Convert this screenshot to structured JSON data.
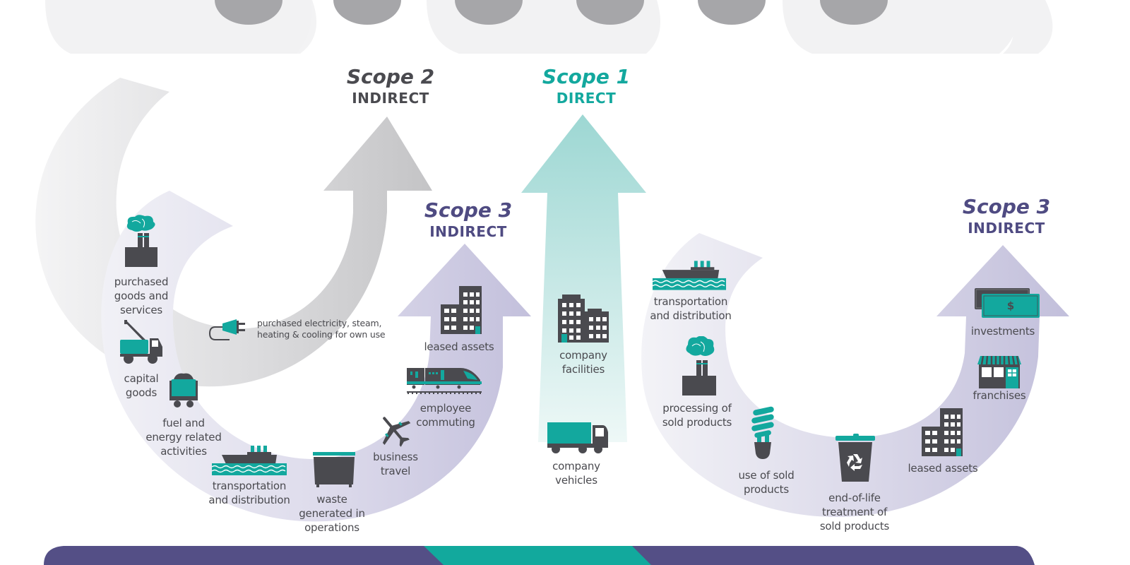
{
  "colors": {
    "teal": "#13a89e",
    "teal_light": "#9fd8d4",
    "dark_gray": "#4a4a4f",
    "scope2_gray": "#c8c8ca",
    "scope3_purple": "#4f4b82",
    "scope3_band": "#cfcde3",
    "cloud_gray": "#f2f2f3",
    "cloud_circle": "#a6a6a9",
    "bottom_purple": "#544f86"
  },
  "scopes": {
    "scope2": {
      "name": "Scope 2",
      "kind": "INDIRECT"
    },
    "scope1": {
      "name": "Scope 1",
      "kind": "DIRECT"
    },
    "scope3_upstream": {
      "name": "Scope 3",
      "kind": "INDIRECT"
    },
    "scope3_downstream": {
      "name": "Scope 3",
      "kind": "INDIRECT"
    }
  },
  "scope2_items": [
    {
      "icon": "plug-icon",
      "label": "purchased electricity, steam,\nheating & cooling for own use"
    }
  ],
  "scope1_items": [
    {
      "icon": "office-building-icon",
      "label": "company\nfacilities"
    },
    {
      "icon": "truck-icon",
      "label": "company\nvehicles"
    }
  ],
  "upstream_items": [
    {
      "icon": "factory-icon",
      "label": "purchased\ngoods and\nservices"
    },
    {
      "icon": "crane-truck-icon",
      "label": "capital\ngoods"
    },
    {
      "icon": "coal-cart-icon",
      "label": "fuel and\nenergy related\nactivities"
    },
    {
      "icon": "ship-icon",
      "label": "transportation\nand distribution"
    },
    {
      "icon": "dumpster-icon",
      "label": "waste\ngenerated in\noperations"
    },
    {
      "icon": "airplane-icon",
      "label": "business\ntravel"
    },
    {
      "icon": "train-icon",
      "label": "employee\ncommuting"
    },
    {
      "icon": "office-building-icon",
      "label": "leased assets"
    }
  ],
  "downstream_items": [
    {
      "icon": "ship-icon",
      "label": "transportation\nand distribution"
    },
    {
      "icon": "factory-icon",
      "label": "processing of\nsold products"
    },
    {
      "icon": "lightbulb-icon",
      "label": "use of sold\nproducts"
    },
    {
      "icon": "recycle-bin-icon",
      "label": "end-of-life\ntreatment of\nsold products"
    },
    {
      "icon": "office-building-icon",
      "label": "leased assets"
    },
    {
      "icon": "storefront-icon",
      "label": "franchises"
    },
    {
      "icon": "money-icon",
      "label": "investments",
      "symbol": "$"
    }
  ]
}
